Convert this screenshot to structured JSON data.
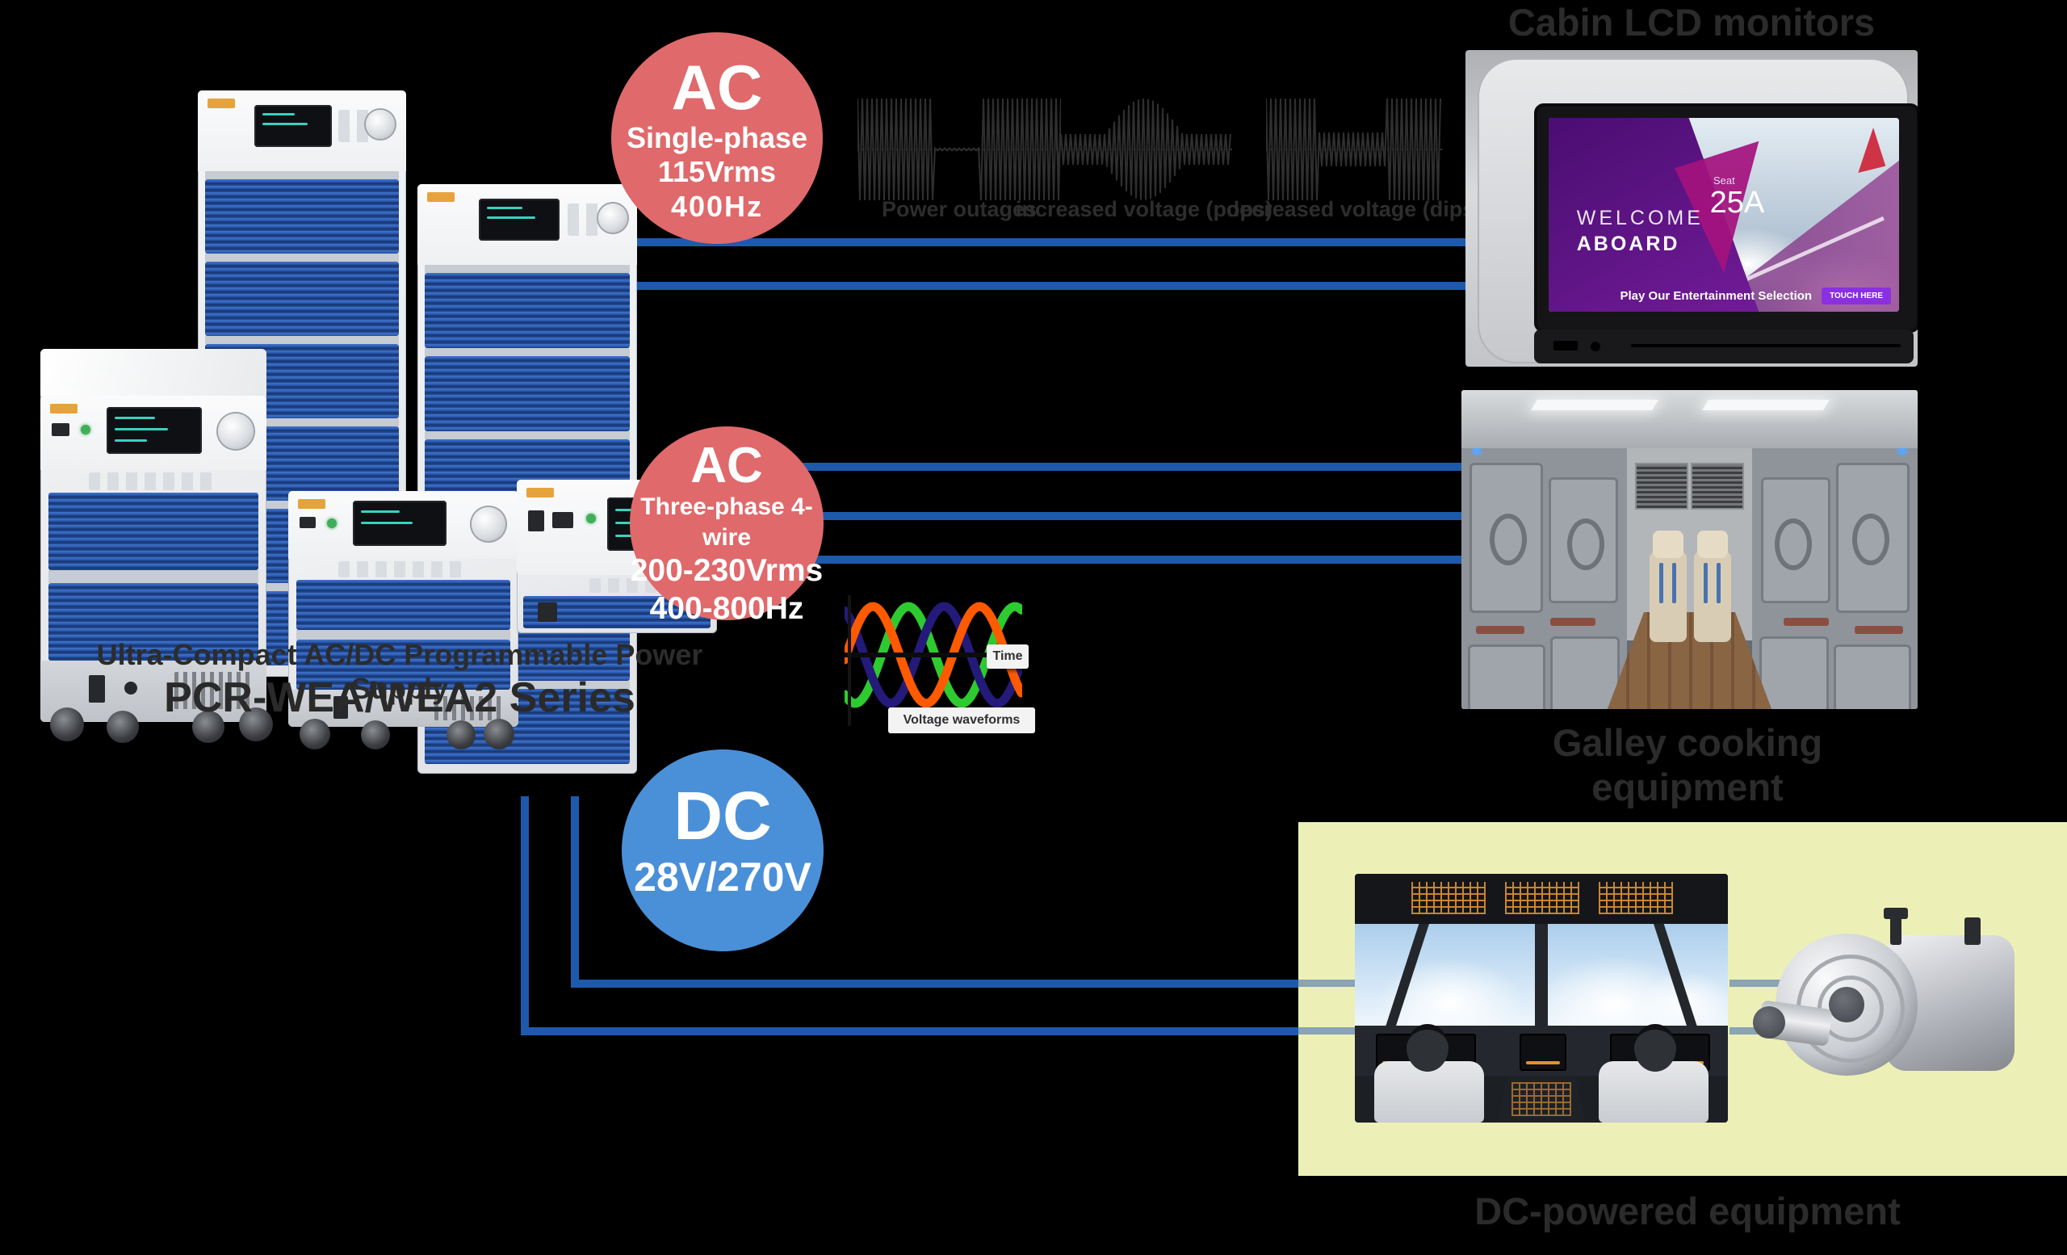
{
  "titles": {
    "product_line1": "Ultra-Compact AC/DC Programmable Power Supply",
    "product_line2": "PCR-WEA/WEA2 Series",
    "cabin": "Cabin LCD monitors",
    "galley": "Galley cooking equipment",
    "dc_equipment": "DC-powered equipment"
  },
  "badges": {
    "ac_single": {
      "label": "AC",
      "lines": [
        "Single-phase",
        "115Vrms",
        "400Hz"
      ]
    },
    "ac_three": {
      "label": "AC",
      "lines": [
        "Three-phase 4-wire",
        "200-230Vrms",
        "400-800Hz"
      ]
    },
    "dc": {
      "label": "DC",
      "lines": [
        "28V/270V"
      ]
    }
  },
  "disturbances": {
    "outage": "Power outages",
    "pop": "increased voltage (pops)",
    "dip": "decreased voltage (dips)"
  },
  "waveform_chart": {
    "time_label": "Time",
    "caption": "Voltage waveforms",
    "colors": {
      "phase1": "#ff5a00",
      "phase2": "#241a7a",
      "phase3": "#2ecb30"
    }
  },
  "ife_screen": {
    "welcome": "WELCOME",
    "aboard": "ABOARD",
    "seat_label": "Seat",
    "seat_number": "25A",
    "cta": "Play Our Entertainment Selection",
    "touch_button": "TOUCH HERE"
  },
  "colors": {
    "line": "#1d5aac",
    "light_line": "#8ba3b5",
    "ac_badge": "#e0696b",
    "dc_badge": "#4a90d8",
    "panel_yellow": "#edf0b6",
    "disturbance_stroke": "#2f2f2f",
    "heading_text": "#2b2b2b"
  }
}
